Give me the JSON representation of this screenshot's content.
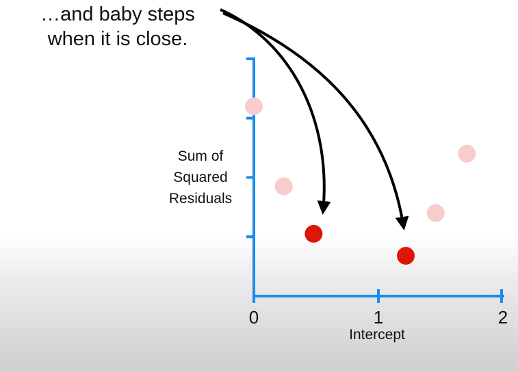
{
  "caption": {
    "line1": "…and baby steps",
    "line2": "when it is close."
  },
  "colors": {
    "axis": "#1a8cf0",
    "faded_point": "#f8cccc",
    "highlight_point": "#e0150a",
    "arrow": "#000000",
    "text": "#111111"
  },
  "chart_data": {
    "type": "scatter",
    "title": "",
    "xlabel": "Intercept",
    "ylabel_lines": [
      "Sum of",
      "Squared",
      "Residuals"
    ],
    "xlim": [
      0,
      2
    ],
    "ylim": [
      0,
      4
    ],
    "x_ticks": [
      0,
      1,
      2
    ],
    "x_tick_labels": [
      "0",
      "1",
      "2"
    ],
    "y_ticks": [
      0,
      1,
      2,
      3,
      4
    ],
    "grid": false,
    "series": [
      {
        "role": "faded",
        "points": [
          {
            "x": 0.0,
            "y": 3.2
          },
          {
            "x": 0.24,
            "y": 1.85
          },
          {
            "x": 1.46,
            "y": 1.4
          },
          {
            "x": 1.71,
            "y": 2.4
          }
        ]
      },
      {
        "role": "highlighted",
        "points": [
          {
            "x": 0.48,
            "y": 1.05
          },
          {
            "x": 1.22,
            "y": 0.68
          }
        ]
      }
    ],
    "annotations": [
      {
        "text_ref": "caption",
        "arrow_targets": [
          0,
          1
        ]
      }
    ]
  }
}
